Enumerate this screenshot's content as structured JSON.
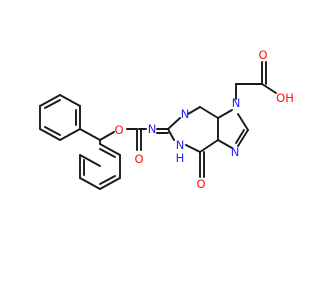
{
  "colors": {
    "bond": "#1a1a1a",
    "carbon": "#1a1a1a",
    "nitrogen": "#1f1fff",
    "oxygen": "#ff0d0d",
    "background": "#ffffff"
  },
  "atom_labels": {
    "o_ester": "O",
    "o_carbonyl_carbamate": "O",
    "n_imine": "N",
    "n_ring_top": "N",
    "n_ring_9": "N",
    "n_ring_7": "N",
    "n_h": "N",
    "h_on_n": "H",
    "o_c6": "O",
    "o_acid_carbonyl": "O",
    "oh": "OH"
  }
}
